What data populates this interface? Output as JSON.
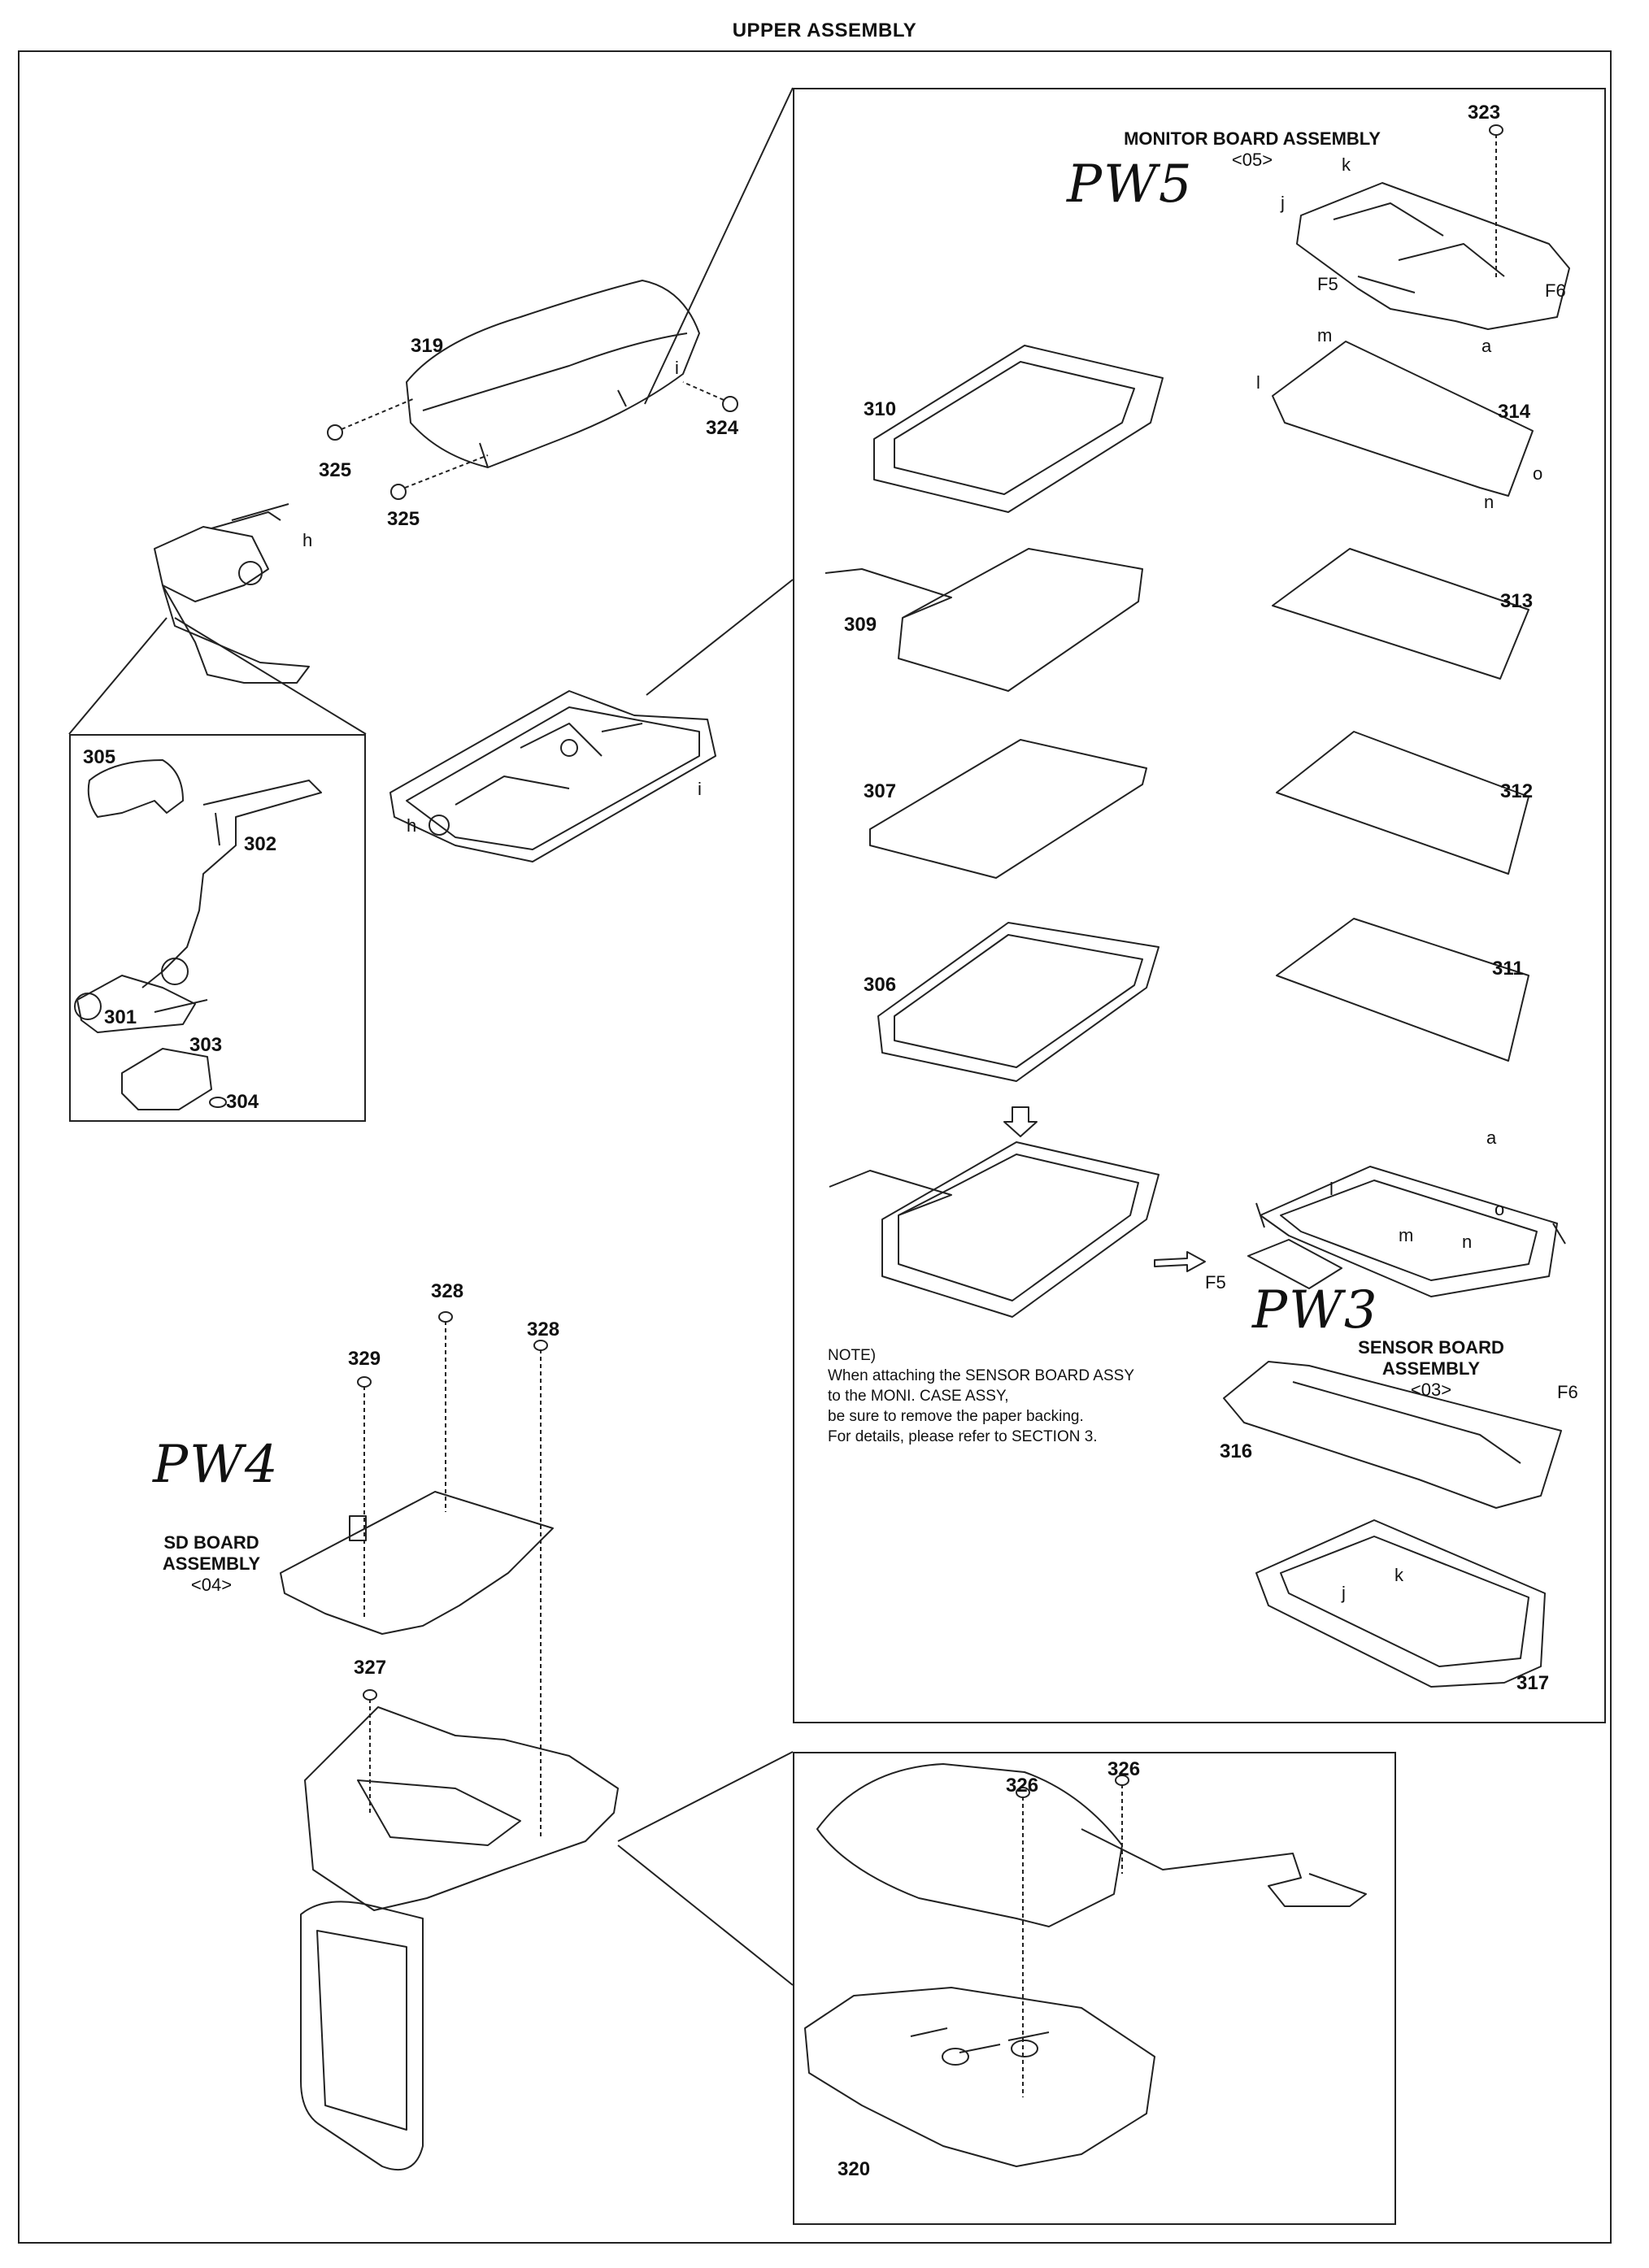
{
  "header": {
    "title": "UPPER ASSEMBLY"
  },
  "handwritten": {
    "pw5": "PW5",
    "pw4": "PW4",
    "pw3": "PW3"
  },
  "assemblies": {
    "monitor_board": {
      "name": "MONITOR BOARD ASSEMBLY",
      "code": "<05>"
    },
    "sensor_board": {
      "line1": "SENSOR BOARD",
      "line2": "ASSEMBLY",
      "code": "<03>"
    },
    "sd_board": {
      "line1": "SD BOARD",
      "line2": "ASSEMBLY",
      "code": "<04>"
    }
  },
  "note": {
    "title": "NOTE)",
    "lines": [
      "When attaching the SENSOR BOARD ASSY",
      "to the MONI. CASE ASSY,",
      "be sure to remove the paper backing.",
      "For details, please refer to SECTION 3."
    ]
  },
  "parts": {
    "p301": "301",
    "p302": "302",
    "p303": "303",
    "p304": "304",
    "p305": "305",
    "p306": "306",
    "p307": "307",
    "p309": "309",
    "p310": "310",
    "p311": "311",
    "p312": "312",
    "p313": "313",
    "p314": "314",
    "p316": "316",
    "p317": "317",
    "p319": "319",
    "p320": "320",
    "p323": "323",
    "p324": "324",
    "p325a": "325",
    "p325b": "325",
    "p326a": "326",
    "p326b": "326",
    "p327": "327",
    "p328a": "328",
    "p328b": "328",
    "p329": "329"
  },
  "refs": {
    "h1": "h",
    "h2": "h",
    "i1": "i",
    "i2": "i",
    "j1": "j",
    "j2": "j",
    "j3": "j",
    "k1": "k",
    "k2": "k",
    "f5a": "F5",
    "f5b": "F5",
    "f6a": "F6",
    "f6b": "F6",
    "a1": "a",
    "a2": "a",
    "m1": "m",
    "m2": "m",
    "l1": "l",
    "l2": "l",
    "n1": "n",
    "n2": "n",
    "o1": "o",
    "o2": "o"
  }
}
